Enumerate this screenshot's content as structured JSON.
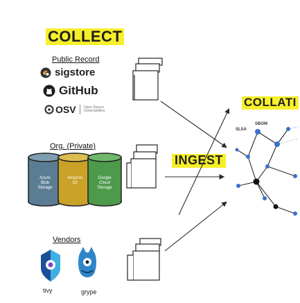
{
  "stages": {
    "collect": "COLLECT",
    "ingest": "INGEST",
    "collate": "COLLATI"
  },
  "public_record": {
    "label": "Public Record",
    "sources": [
      {
        "name": "sigstore",
        "icon": "sigstore-icon"
      },
      {
        "name": "GitHub",
        "icon": "github-icon"
      },
      {
        "name": "OSV",
        "icon": "osv-icon",
        "subtitle_1": "Open Source",
        "subtitle_2": "Vulnerabilities"
      }
    ]
  },
  "org_private": {
    "label": "Org. (Private)",
    "buckets": [
      {
        "line1": "Azure",
        "line2": "Blob",
        "line3": "Storage",
        "color": "#5b7d94"
      },
      {
        "line1": "Amazon",
        "line2": "S3",
        "line3": "",
        "color": "#c9a227"
      },
      {
        "line1": "Google",
        "line2": "Cloud",
        "line3": "Storage",
        "color": "#4e9a4b"
      }
    ]
  },
  "vendors": {
    "label": "Vendors",
    "tools": [
      {
        "name": "tivy",
        "icon": "trivy-icon"
      },
      {
        "name": "grype",
        "icon": "grype-icon"
      }
    ]
  },
  "graph": {
    "labels": [
      "SLSA",
      "SBOM"
    ]
  },
  "colors": {
    "highlight": "#f6ef2a",
    "line": "#2a2a2a",
    "node_blue": "#3d6fcb",
    "node_dark": "#111111"
  }
}
